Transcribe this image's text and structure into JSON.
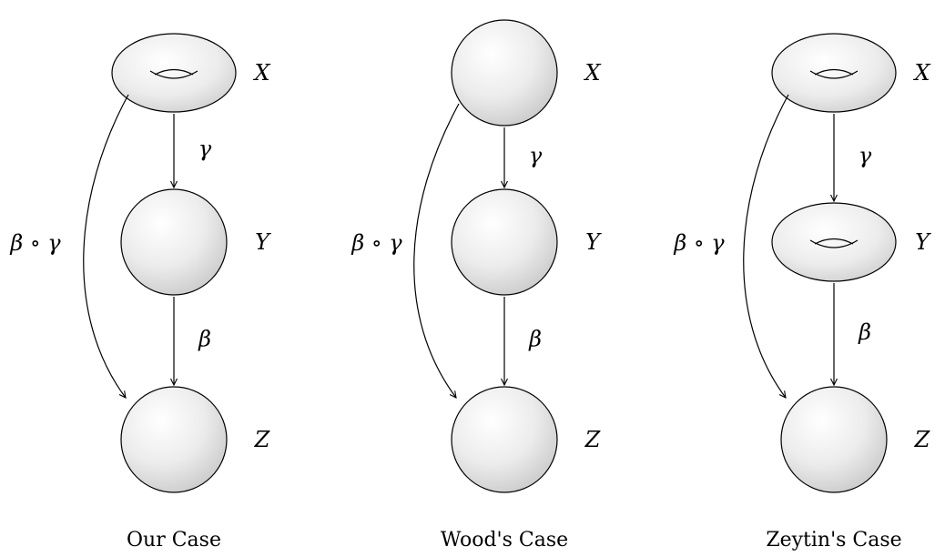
{
  "panels": [
    {
      "caption": "Our Case",
      "nodes": [
        {
          "label": "X",
          "shape": "torus"
        },
        {
          "label": "Y",
          "shape": "sphere"
        },
        {
          "label": "Z",
          "shape": "sphere"
        }
      ],
      "edges": [
        {
          "label": "γ",
          "from": "X",
          "to": "Y"
        },
        {
          "label": "β",
          "from": "Y",
          "to": "Z"
        },
        {
          "label": "β ∘ γ",
          "from": "X",
          "to": "Z"
        }
      ]
    },
    {
      "caption": "Wood's Case",
      "nodes": [
        {
          "label": "X",
          "shape": "sphere"
        },
        {
          "label": "Y",
          "shape": "sphere"
        },
        {
          "label": "Z",
          "shape": "sphere"
        }
      ],
      "edges": [
        {
          "label": "γ",
          "from": "X",
          "to": "Y"
        },
        {
          "label": "β",
          "from": "Y",
          "to": "Z"
        },
        {
          "label": "β ∘ γ",
          "from": "X",
          "to": "Z"
        }
      ]
    },
    {
      "caption": "Zeytin's Case",
      "nodes": [
        {
          "label": "X",
          "shape": "torus"
        },
        {
          "label": "Y",
          "shape": "torus"
        },
        {
          "label": "Z",
          "shape": "sphere"
        }
      ],
      "edges": [
        {
          "label": "γ",
          "from": "X",
          "to": "Y"
        },
        {
          "label": "β",
          "from": "Y",
          "to": "Z"
        },
        {
          "label": "β ∘ γ",
          "from": "X",
          "to": "Z"
        }
      ]
    }
  ]
}
